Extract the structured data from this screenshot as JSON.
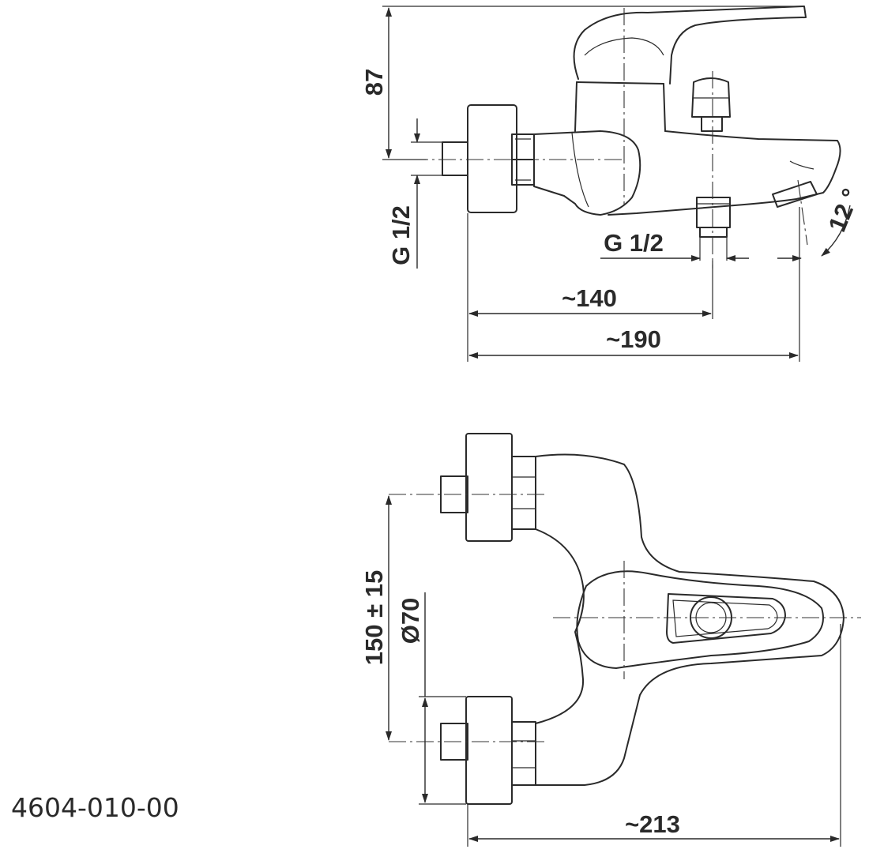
{
  "drawing": {
    "product_code": "4604-010-00",
    "side_view": {
      "height_label": "87",
      "inlet_thread_label": "G 1/2",
      "shower_outlet_thread_label": "G 1/2",
      "spout_angle_label": "12 °",
      "outlet_distance_label": "~140",
      "spout_reach_label": "~190"
    },
    "top_view": {
      "inlet_spacing_label": "150 ± 15",
      "flange_diameter_label": "Ø70",
      "overall_length_label": "~213"
    }
  }
}
